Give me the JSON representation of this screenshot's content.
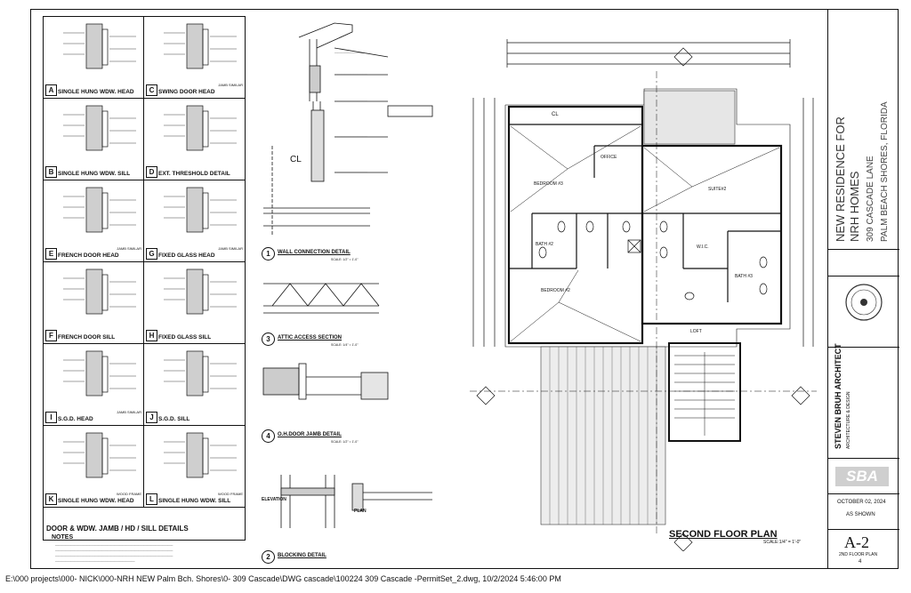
{
  "details": {
    "cells": [
      {
        "tag": "A",
        "title": "SINGLE HUNG WDW. HEAD",
        "sub": ""
      },
      {
        "tag": "C",
        "title": "SWING DOOR HEAD",
        "sub": "JAMB SIMILAR"
      },
      {
        "tag": "B",
        "title": "SINGLE HUNG WDW. SILL",
        "sub": ""
      },
      {
        "tag": "D",
        "title": "EXT. THRESHOLD DETAIL",
        "sub": ""
      },
      {
        "tag": "E",
        "title": "FRENCH DOOR HEAD",
        "sub": "JAMB SIMILAR"
      },
      {
        "tag": "G",
        "title": "FIXED GLASS HEAD",
        "sub": "JAMB SIMILAR"
      },
      {
        "tag": "F",
        "title": "FRENCH DOOR SILL",
        "sub": ""
      },
      {
        "tag": "H",
        "title": "FIXED GLASS SILL",
        "sub": ""
      },
      {
        "tag": "I",
        "title": "S.G.D. HEAD",
        "sub": "JAMB SIMILAR"
      },
      {
        "tag": "J",
        "title": "S.G.D. SILL",
        "sub": ""
      },
      {
        "tag": "K",
        "title": "SINGLE HUNG WDW. HEAD",
        "sub": "WOOD FRAME"
      },
      {
        "tag": "L",
        "title": "SINGLE HUNG WDW. SILL",
        "sub": "WOOD FRAME"
      }
    ],
    "section_title": "DOOR & WDW. JAMB / HD / SILL DETAILS",
    "notes_heading": "NOTES"
  },
  "middle": {
    "details": [
      {
        "num": "1",
        "label": "WALL CONNECTION DETAIL",
        "scale": "SCALE: 1/2\" = 1'-0\""
      },
      {
        "num": "3",
        "label": "ATTIC ACCESS SECTION",
        "scale": "SCALE: 1/4\" = 1'-0\""
      },
      {
        "num": "4",
        "label": "O.H.DOOR JAMB DETAIL",
        "scale": "SCALE: 1/2\" = 1'-0\""
      },
      {
        "num": "2",
        "label": "BLOCKING DETAIL",
        "scale": ""
      }
    ],
    "cl_label": "CL",
    "elevation_label": "ELEVATION",
    "plan_label": "PLAN"
  },
  "plan": {
    "title": "SECOND FLOOR PLAN",
    "scale": "SCALE:1/4\" = 1'-0\"",
    "rooms": {
      "bedroom3": "BEDROOM #3",
      "office": "OFFICE",
      "suite2": "SUITE#2",
      "bath2": "BATH #2",
      "wic": "W.I.C.",
      "bedroom2": "BEDROOM #2",
      "bath3": "BATH #3",
      "loft": "LOFT",
      "cl": "CL"
    }
  },
  "title_block": {
    "project_line1": "NEW RESIDENCE FOR",
    "project_line2": "NRH HOMES",
    "address1": "309 CASCADE LANE",
    "address2": "PALM BEACH SHORES, FLORIDA",
    "architect": "STEVEN BRUH ARCHITECT",
    "architect_sub": "ARCHITECTURE & DESIGN",
    "logo": "SBA",
    "date": "OCTOBER 02, 2024",
    "scale": "AS SHOWN",
    "sheet": "A-2",
    "sheet_desc": "2ND FLOOR PLAN",
    "sheet_num": "4"
  },
  "footer": {
    "path": "E:\\000 projects\\000- NICK\\000-NRH NEW  Palm Bch. Shores\\0- 309 Cascade\\DWG cascade\\100224 309 Cascade  -PermitSet_2.dwg, 10/2/2024 5:46:00 PM"
  }
}
